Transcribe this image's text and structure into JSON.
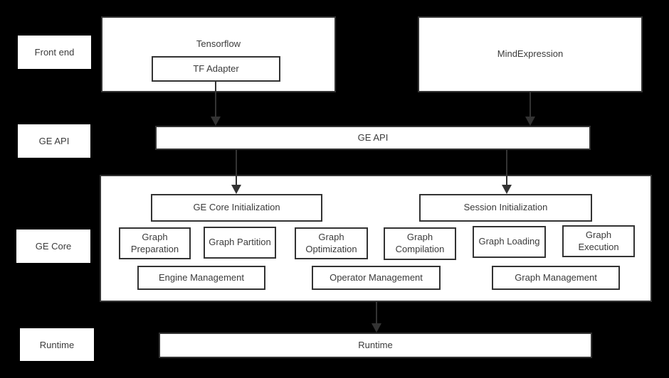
{
  "colors": {
    "background": "#000000",
    "box_fill": "#ffffff",
    "line": "#333333",
    "text": "#3b3b3b"
  },
  "side_labels": {
    "front_end": "Front end",
    "ge_api": "GE API",
    "ge_core": "GE Core",
    "runtime": "Runtime"
  },
  "front_end": {
    "tensorflow_label": "Tensorflow",
    "tf_adapter_label": "TF Adapter",
    "mind_expression_label": "MindExpression"
  },
  "ge_api": {
    "bar_label": "GE API"
  },
  "ge_core": {
    "core_initialization_label": "GE Core Initialization",
    "session_initialization_label": "Session Initialization",
    "stages": {
      "graph_preparation": "Graph Preparation",
      "graph_partition": "Graph Partition",
      "graph_optimization": "Graph Optimization",
      "graph_compilation": "Graph Compilation",
      "graph_loading": "Graph Loading",
      "graph_execution": "Graph Execution"
    },
    "management": {
      "engine_management": "Engine Management",
      "operator_management": "Operator Management",
      "graph_management": "Graph Management"
    }
  },
  "runtime": {
    "bar_label": "Runtime"
  }
}
